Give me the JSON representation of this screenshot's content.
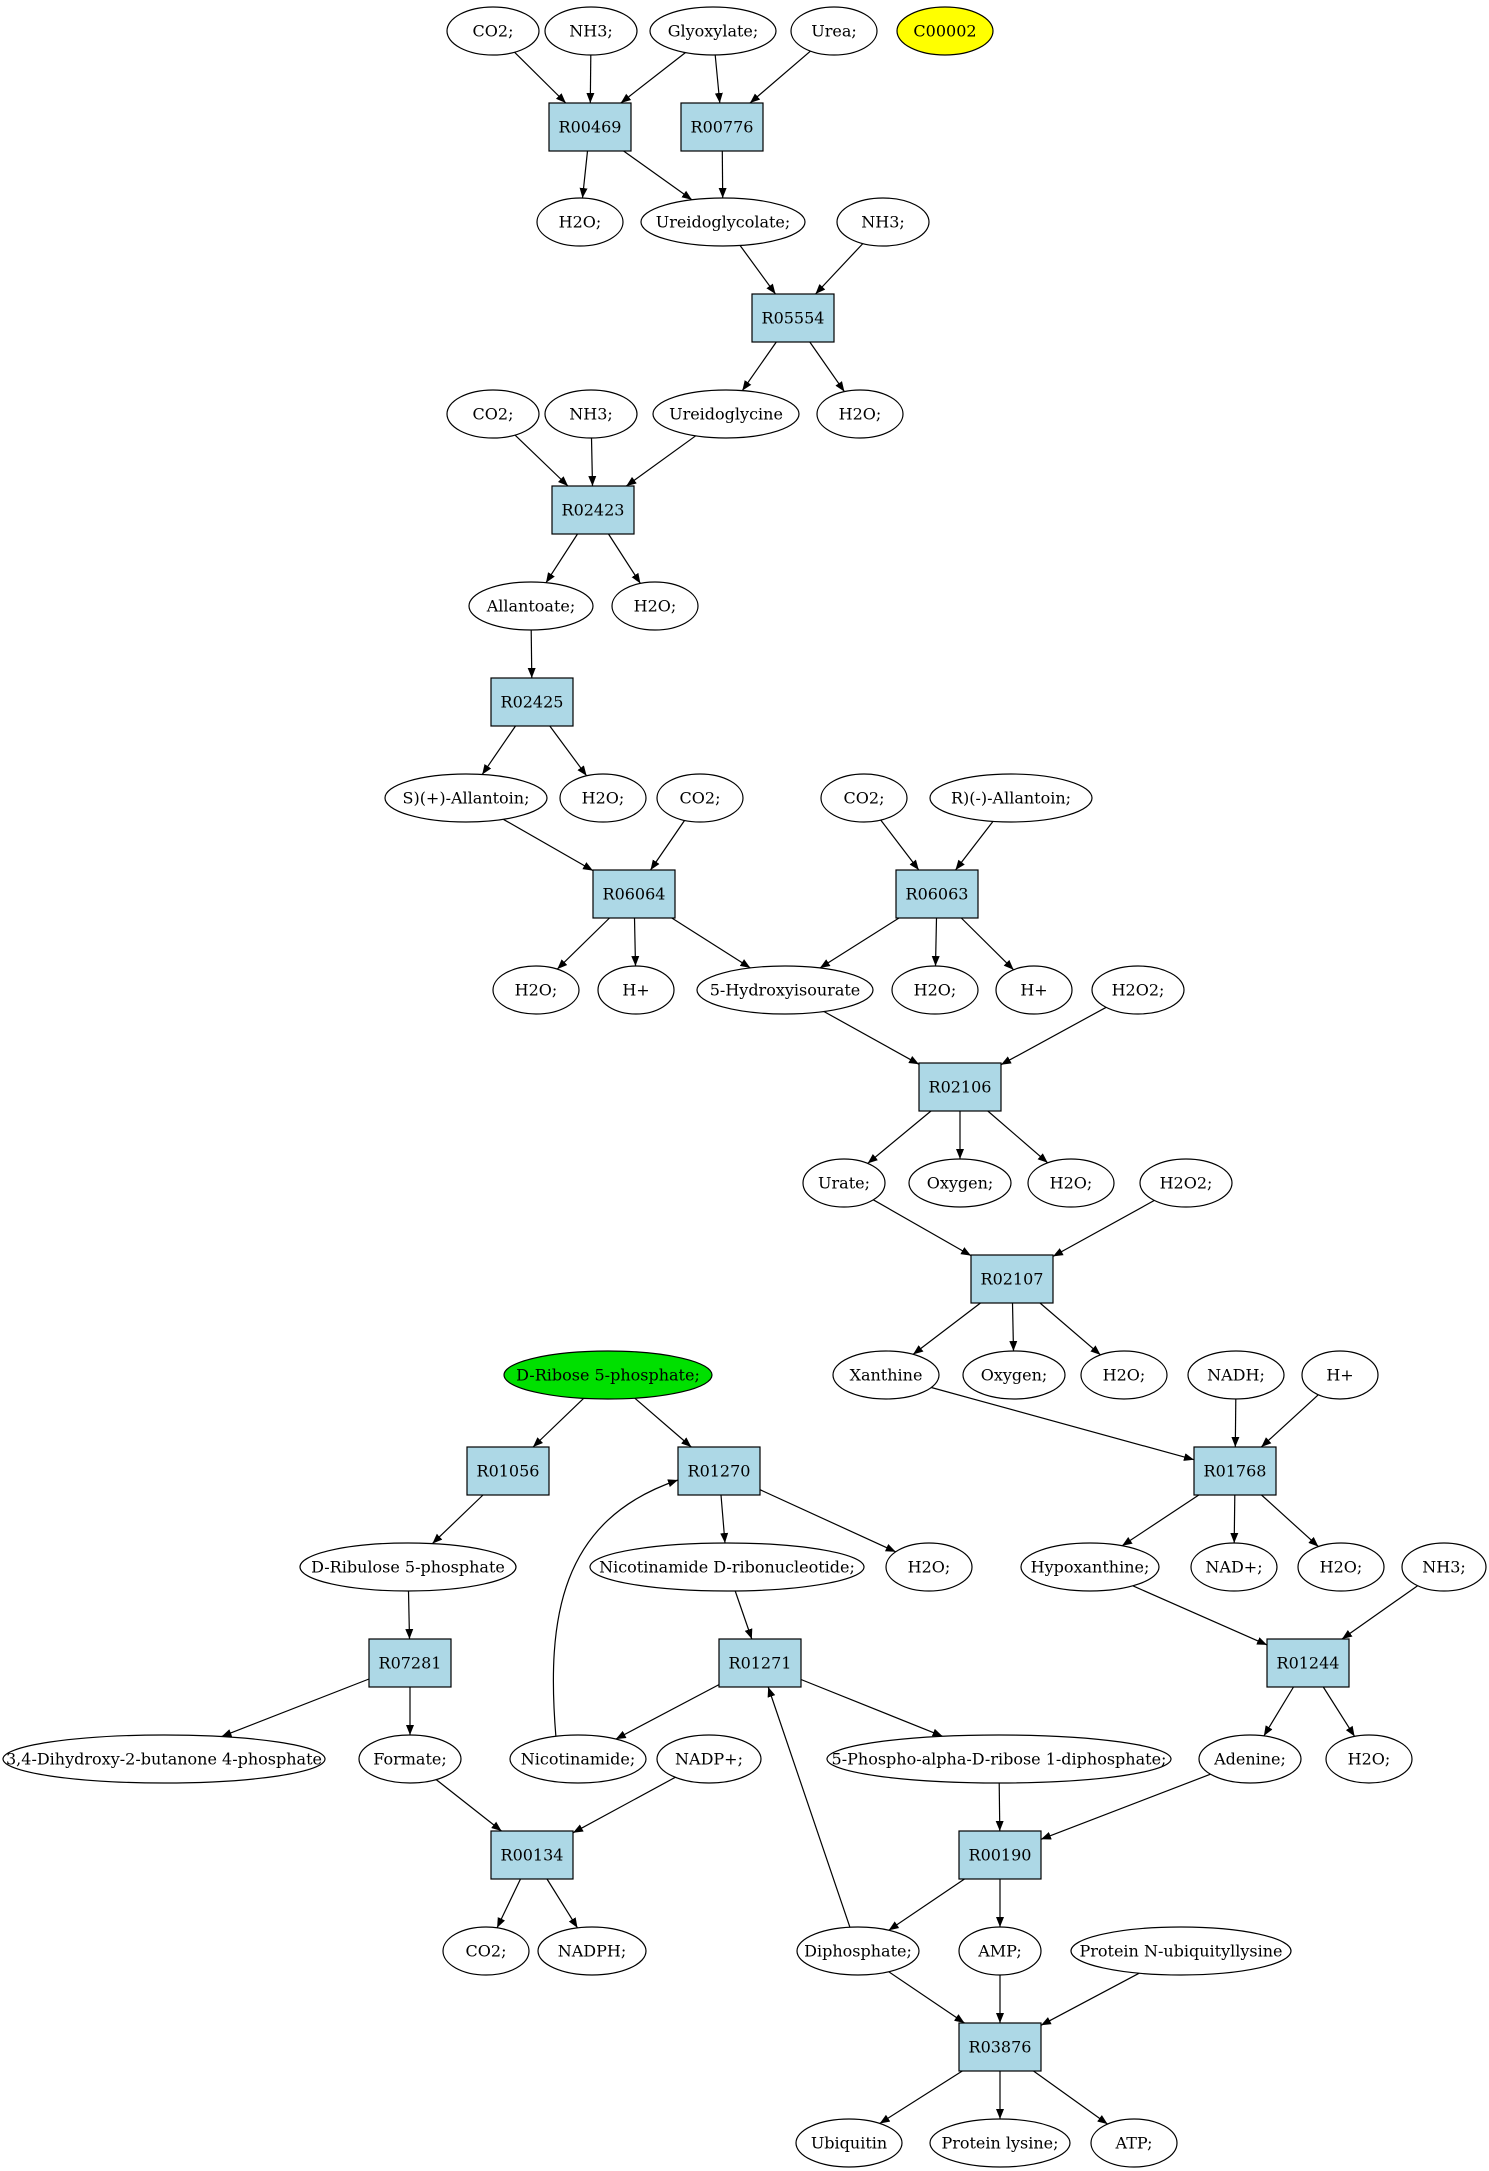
{
  "nodes": {
    "m_co2_1": {
      "label": "CO2;",
      "shape": "ellipse"
    },
    "m_nh3_1": {
      "label": "NH3;",
      "shape": "ellipse"
    },
    "m_glyox": {
      "label": "Glyoxylate;",
      "shape": "ellipse"
    },
    "m_urea": {
      "label": "Urea;",
      "shape": "ellipse"
    },
    "m_c00002": {
      "label": "C00002",
      "shape": "ellipse",
      "fill": "#ffff00"
    },
    "r_R00469": {
      "label": "R00469",
      "shape": "box"
    },
    "r_R00776": {
      "label": "R00776",
      "shape": "box"
    },
    "m_h2o_1": {
      "label": "H2O;",
      "shape": "ellipse"
    },
    "m_ureidoglycolate": {
      "label": "Ureidoglycolate;",
      "shape": "ellipse"
    },
    "m_nh3_2": {
      "label": "NH3;",
      "shape": "ellipse"
    },
    "r_R05554": {
      "label": "R05554",
      "shape": "box"
    },
    "m_ureidoglycine": {
      "label": "Ureidoglycine",
      "shape": "ellipse"
    },
    "m_h2o_2": {
      "label": "H2O;",
      "shape": "ellipse"
    },
    "m_co2_2": {
      "label": "CO2;",
      "shape": "ellipse"
    },
    "m_nh3_3": {
      "label": "NH3;",
      "shape": "ellipse"
    },
    "r_R02423": {
      "label": "R02423",
      "shape": "box"
    },
    "m_allantoate": {
      "label": "Allantoate;",
      "shape": "ellipse"
    },
    "m_h2o_3": {
      "label": "H2O;",
      "shape": "ellipse"
    },
    "r_R02425": {
      "label": "R02425",
      "shape": "box"
    },
    "m_s_allantoin": {
      "label": "S)(+)-Allantoin;",
      "shape": "ellipse"
    },
    "m_h2o_4": {
      "label": "H2O;",
      "shape": "ellipse"
    },
    "m_co2_3": {
      "label": "CO2;",
      "shape": "ellipse"
    },
    "m_co2_4": {
      "label": "CO2;",
      "shape": "ellipse"
    },
    "m_r_allantoin": {
      "label": "R)(-)-Allantoin;",
      "shape": "ellipse"
    },
    "r_R06064": {
      "label": "R06064",
      "shape": "box"
    },
    "r_R06063": {
      "label": "R06063",
      "shape": "box"
    },
    "m_h2o_5": {
      "label": "H2O;",
      "shape": "ellipse"
    },
    "m_hplus_1": {
      "label": "H+",
      "shape": "ellipse"
    },
    "m_5hiu": {
      "label": "5-Hydroxyisourate",
      "shape": "ellipse"
    },
    "m_h2o_6": {
      "label": "H2O;",
      "shape": "ellipse"
    },
    "m_hplus_2": {
      "label": "H+",
      "shape": "ellipse"
    },
    "m_h2o2_1": {
      "label": "H2O2;",
      "shape": "ellipse"
    },
    "r_R02106": {
      "label": "R02106",
      "shape": "box"
    },
    "m_urate": {
      "label": "Urate;",
      "shape": "ellipse"
    },
    "m_oxygen_1": {
      "label": "Oxygen;",
      "shape": "ellipse"
    },
    "m_h2o_7": {
      "label": "H2O;",
      "shape": "ellipse"
    },
    "m_h2o2_2": {
      "label": "H2O2;",
      "shape": "ellipse"
    },
    "r_R02107": {
      "label": "R02107",
      "shape": "box"
    },
    "m_xanthine": {
      "label": "Xanthine",
      "shape": "ellipse"
    },
    "m_oxygen_2": {
      "label": "Oxygen;",
      "shape": "ellipse"
    },
    "m_h2o_8": {
      "label": "H2O;",
      "shape": "ellipse"
    },
    "m_nadh": {
      "label": "NADH;",
      "shape": "ellipse"
    },
    "m_hplus_3": {
      "label": "H+",
      "shape": "ellipse"
    },
    "m_ribose5p": {
      "label": "D-Ribose 5-phosphate;",
      "shape": "ellipse",
      "fill": "#00e000"
    },
    "r_R01056": {
      "label": "R01056",
      "shape": "box"
    },
    "r_R01270": {
      "label": "R01270",
      "shape": "box"
    },
    "r_R01768": {
      "label": "R01768",
      "shape": "box"
    },
    "m_ribulose5p": {
      "label": "D-Ribulose 5-phosphate",
      "shape": "ellipse"
    },
    "m_nmn": {
      "label": "Nicotinamide D-ribonucleotide;",
      "shape": "ellipse"
    },
    "m_h2o_9": {
      "label": "H2O;",
      "shape": "ellipse"
    },
    "m_hypoxanthine": {
      "label": "Hypoxanthine;",
      "shape": "ellipse"
    },
    "m_nadplus": {
      "label": "NAD+;",
      "shape": "ellipse"
    },
    "m_h2o_10": {
      "label": "H2O;",
      "shape": "ellipse"
    },
    "m_nh3_4": {
      "label": "NH3;",
      "shape": "ellipse"
    },
    "r_R07281": {
      "label": "R07281",
      "shape": "box"
    },
    "r_R01271": {
      "label": "R01271",
      "shape": "box"
    },
    "r_R01244": {
      "label": "R01244",
      "shape": "box"
    },
    "m_dhbp": {
      "label": "3,4-Dihydroxy-2-butanone 4-phosphate",
      "shape": "ellipse"
    },
    "m_formate": {
      "label": "Formate;",
      "shape": "ellipse"
    },
    "m_nicotinamide": {
      "label": "Nicotinamide;",
      "shape": "ellipse"
    },
    "m_nadpplus": {
      "label": "NADP+;",
      "shape": "ellipse"
    },
    "m_prpp": {
      "label": "5-Phospho-alpha-D-ribose 1-diphosphate;",
      "shape": "ellipse"
    },
    "m_adenine": {
      "label": "Adenine;",
      "shape": "ellipse"
    },
    "m_h2o_11": {
      "label": "H2O;",
      "shape": "ellipse"
    },
    "r_R00134": {
      "label": "R00134",
      "shape": "box"
    },
    "r_R00190": {
      "label": "R00190",
      "shape": "box"
    },
    "m_co2_5": {
      "label": "CO2;",
      "shape": "ellipse"
    },
    "m_nadph": {
      "label": "NADPH;",
      "shape": "ellipse"
    },
    "m_diphosphate": {
      "label": "Diphosphate;",
      "shape": "ellipse"
    },
    "m_amp": {
      "label": "AMP;",
      "shape": "ellipse"
    },
    "m_protein_ubl": {
      "label": "Protein N-ubiquityllysine",
      "shape": "ellipse"
    },
    "r_R03876": {
      "label": "R03876",
      "shape": "box"
    },
    "m_ubiquitin": {
      "label": "Ubiquitin",
      "shape": "ellipse"
    },
    "m_protein_lysine": {
      "label": "Protein lysine;",
      "shape": "ellipse"
    },
    "m_atp": {
      "label": "ATP;",
      "shape": "ellipse"
    }
  },
  "edges": [
    [
      "m_co2_1",
      "r_R00469"
    ],
    [
      "m_nh3_1",
      "r_R00469"
    ],
    [
      "m_glyox",
      "r_R00469"
    ],
    [
      "m_glyox",
      "r_R00776"
    ],
    [
      "m_urea",
      "r_R00776"
    ],
    [
      "r_R00469",
      "m_h2o_1"
    ],
    [
      "r_R00469",
      "m_ureidoglycolate"
    ],
    [
      "r_R00776",
      "m_ureidoglycolate"
    ],
    [
      "m_ureidoglycolate",
      "r_R05554"
    ],
    [
      "m_nh3_2",
      "r_R05554"
    ],
    [
      "r_R05554",
      "m_ureidoglycine"
    ],
    [
      "r_R05554",
      "m_h2o_2"
    ],
    [
      "m_co2_2",
      "r_R02423"
    ],
    [
      "m_nh3_3",
      "r_R02423"
    ],
    [
      "m_ureidoglycine",
      "r_R02423"
    ],
    [
      "r_R02423",
      "m_allantoate"
    ],
    [
      "r_R02423",
      "m_h2o_3"
    ],
    [
      "m_allantoate",
      "r_R02425"
    ],
    [
      "r_R02425",
      "m_s_allantoin"
    ],
    [
      "r_R02425",
      "m_h2o_4"
    ],
    [
      "m_s_allantoin",
      "r_R06064"
    ],
    [
      "m_co2_3",
      "r_R06064"
    ],
    [
      "m_co2_4",
      "r_R06063"
    ],
    [
      "m_r_allantoin",
      "r_R06063"
    ],
    [
      "r_R06064",
      "m_h2o_5"
    ],
    [
      "r_R06064",
      "m_hplus_1"
    ],
    [
      "r_R06064",
      "m_5hiu"
    ],
    [
      "r_R06063",
      "m_5hiu"
    ],
    [
      "r_R06063",
      "m_h2o_6"
    ],
    [
      "r_R06063",
      "m_hplus_2"
    ],
    [
      "m_5hiu",
      "r_R02106"
    ],
    [
      "m_h2o2_1",
      "r_R02106"
    ],
    [
      "r_R02106",
      "m_urate"
    ],
    [
      "r_R02106",
      "m_oxygen_1"
    ],
    [
      "r_R02106",
      "m_h2o_7"
    ],
    [
      "m_urate",
      "r_R02107"
    ],
    [
      "m_h2o2_2",
      "r_R02107"
    ],
    [
      "r_R02107",
      "m_xanthine"
    ],
    [
      "r_R02107",
      "m_oxygen_2"
    ],
    [
      "r_R02107",
      "m_h2o_8"
    ],
    [
      "m_xanthine",
      "r_R01768"
    ],
    [
      "m_nadh",
      "r_R01768"
    ],
    [
      "m_hplus_3",
      "r_R01768"
    ],
    [
      "r_R01768",
      "m_hypoxanthine"
    ],
    [
      "r_R01768",
      "m_nadplus"
    ],
    [
      "r_R01768",
      "m_h2o_10"
    ],
    [
      "m_hypoxanthine",
      "r_R01244"
    ],
    [
      "m_nh3_4",
      "r_R01244"
    ],
    [
      "r_R01244",
      "m_adenine"
    ],
    [
      "r_R01244",
      "m_h2o_11"
    ],
    [
      "m_ribose5p",
      "r_R01056"
    ],
    [
      "m_ribose5p",
      "r_R01270"
    ],
    [
      "r_R01056",
      "m_ribulose5p"
    ],
    [
      "m_ribulose5p",
      "r_R07281"
    ],
    [
      "r_R07281",
      "m_dhbp"
    ],
    [
      "r_R07281",
      "m_formate"
    ],
    [
      "m_nicotinamide",
      "r_R01270"
    ],
    [
      "r_R01270",
      "m_nmn"
    ],
    [
      "r_R01270",
      "m_h2o_9"
    ],
    [
      "m_nmn",
      "r_R01271"
    ],
    [
      "r_R01271",
      "m_nicotinamide"
    ],
    [
      "r_R01271",
      "m_prpp"
    ],
    [
      "m_formate",
      "r_R00134"
    ],
    [
      "m_nadpplus",
      "r_R00134"
    ],
    [
      "r_R00134",
      "m_co2_5"
    ],
    [
      "r_R00134",
      "m_nadph"
    ],
    [
      "m_prpp",
      "r_R00190"
    ],
    [
      "m_adenine",
      "r_R00190"
    ],
    [
      "r_R00190",
      "m_diphosphate"
    ],
    [
      "r_R00190",
      "m_amp"
    ],
    [
      "m_diphosphate",
      "r_R01271"
    ],
    [
      "m_diphosphate",
      "r_R03876"
    ],
    [
      "m_amp",
      "r_R03876"
    ],
    [
      "m_protein_ubl",
      "r_R03876"
    ],
    [
      "r_R03876",
      "m_ubiquitin"
    ],
    [
      "r_R03876",
      "m_protein_lysine"
    ],
    [
      "r_R03876",
      "m_atp"
    ]
  ]
}
